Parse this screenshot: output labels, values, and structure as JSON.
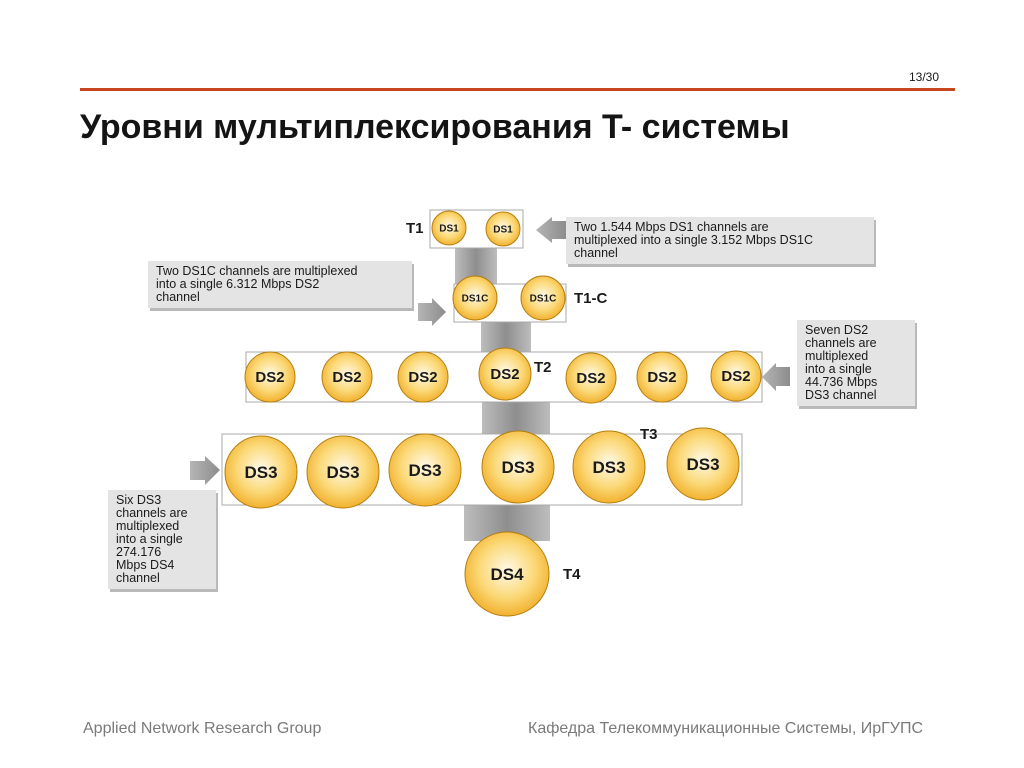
{
  "slide": {
    "page_number": "13/30",
    "title": "Уровни мультиплексирования T- системы",
    "footer_left": "Applied Network Research Group",
    "footer_right": "Кафедра Телекоммуникационные Системы, ИрГУПС"
  },
  "colors": {
    "accent_rule": "#c8461e",
    "node_fill": "#f6c24a",
    "node_stroke": "#b47e10"
  },
  "diagram": {
    "levels": [
      {
        "label": "T1",
        "nodes": [
          "DS1",
          "DS1"
        ]
      },
      {
        "label": "T1-C",
        "nodes": [
          "DS1C",
          "DS1C"
        ]
      },
      {
        "label": "T2",
        "nodes": [
          "DS2",
          "DS2",
          "DS2",
          "DS2",
          "DS2",
          "DS2",
          "DS2"
        ]
      },
      {
        "label": "T3",
        "nodes": [
          "DS3",
          "DS3",
          "DS3",
          "DS3",
          "DS3",
          "DS3"
        ]
      },
      {
        "label": "T4",
        "nodes": [
          "DS4"
        ]
      }
    ],
    "notes": {
      "ds1": [
        "Two 1.544 Mbps DS1 channels are",
        "multiplexed into a single 3.152 Mbps DS1C",
        "channel"
      ],
      "ds1c": [
        "Two DS1C channels are multiplexed",
        "into a single 6.312 Mbps DS2",
        "channel"
      ],
      "ds2": [
        "Seven DS2",
        "channels are",
        "multiplexed",
        "into a single",
        "44.736 Mbps",
        "DS3 channel"
      ],
      "ds3": [
        "Six DS3",
        "channels are",
        "multiplexed",
        "into a single",
        "274.176",
        "Mbps DS4",
        "channel"
      ]
    }
  }
}
